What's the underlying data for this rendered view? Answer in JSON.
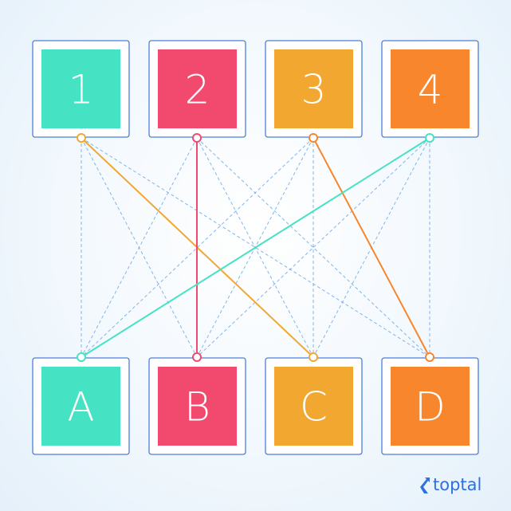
{
  "diagram": {
    "top_nodes": [
      {
        "label": "1",
        "color": "#46e2c4"
      },
      {
        "label": "2",
        "color": "#f24a6f"
      },
      {
        "label": "3",
        "color": "#f2a731"
      },
      {
        "label": "4",
        "color": "#f7862d"
      }
    ],
    "bottom_nodes": [
      {
        "label": "A",
        "color": "#46e2c4"
      },
      {
        "label": "B",
        "color": "#f24a6f"
      },
      {
        "label": "C",
        "color": "#f2a731"
      },
      {
        "label": "D",
        "color": "#f7862d"
      }
    ],
    "matches": [
      {
        "from": "1",
        "to": "C",
        "color": "#f2a731"
      },
      {
        "from": "2",
        "to": "B",
        "color": "#f24a6f"
      },
      {
        "from": "3",
        "to": "D",
        "color": "#f7862d"
      },
      {
        "from": "4",
        "to": "A",
        "color": "#46e2c4"
      }
    ],
    "candidate_edges": "all",
    "dashed_color": "#6fa8e8",
    "frame_color": "#4a7fdc"
  },
  "branding": {
    "logo_text": "toptal",
    "logo_icon": "toptal-logo-icon",
    "logo_color": "#2f6fe0"
  }
}
